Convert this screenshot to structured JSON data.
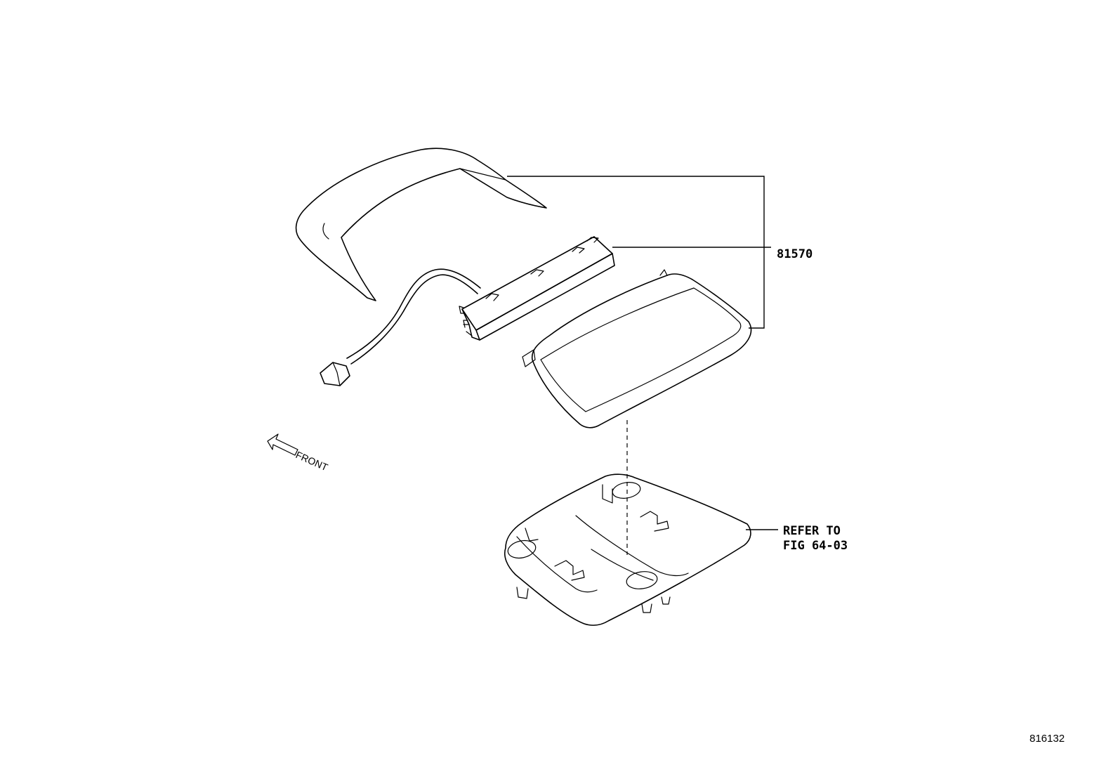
{
  "callouts": {
    "part_number": "81570",
    "refer_line1": "REFER TO",
    "refer_line2": "FIG 64-03"
  },
  "direction": {
    "label": "FRONT"
  },
  "illustration_id": "816132"
}
